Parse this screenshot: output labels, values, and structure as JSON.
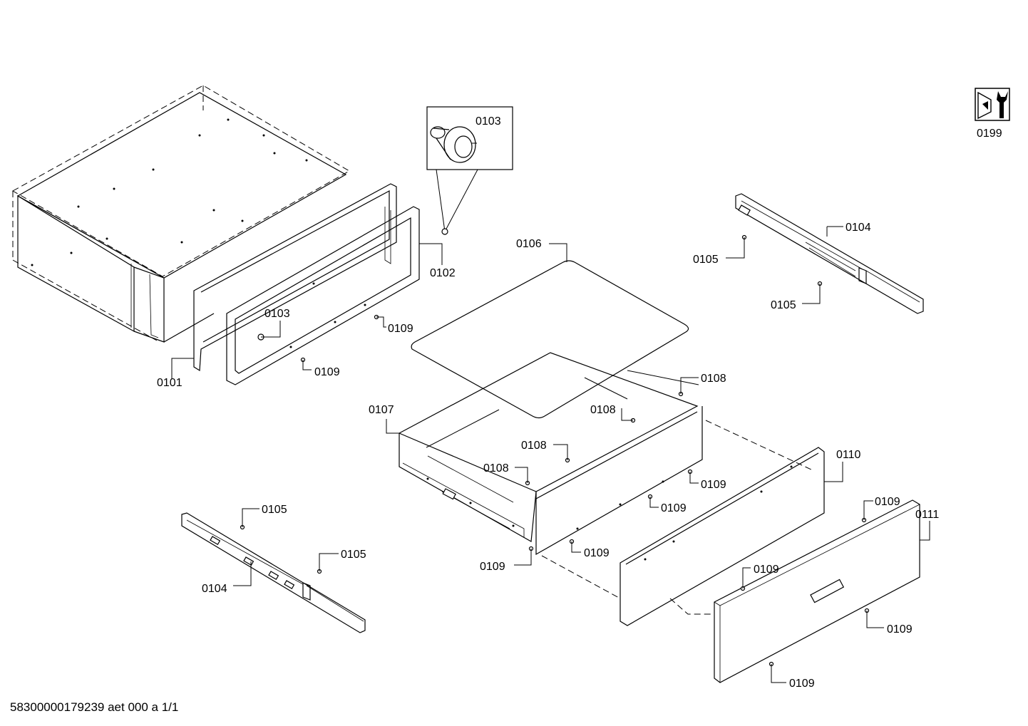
{
  "footer": {
    "doc_id": "58300000179239 aet 000 a 1/1"
  },
  "service_icon": {
    "icon": "service-wrench-icon",
    "label": "0199"
  },
  "parts": [
    {
      "id": "p1",
      "label": "0101"
    },
    {
      "id": "p2",
      "label": "0102"
    },
    {
      "id": "p3",
      "label": "0103"
    },
    {
      "id": "p4",
      "label": "0103"
    },
    {
      "id": "p5",
      "label": "0104"
    },
    {
      "id": "p6",
      "label": "0104"
    },
    {
      "id": "p7",
      "label": "0105"
    },
    {
      "id": "p8",
      "label": "0105"
    },
    {
      "id": "p9",
      "label": "0105"
    },
    {
      "id": "p10",
      "label": "0105"
    },
    {
      "id": "p11",
      "label": "0106"
    },
    {
      "id": "p12",
      "label": "0107"
    },
    {
      "id": "p13",
      "label": "0108"
    },
    {
      "id": "p14",
      "label": "0108"
    },
    {
      "id": "p15",
      "label": "0108"
    },
    {
      "id": "p16",
      "label": "0108"
    },
    {
      "id": "p17",
      "label": "0109"
    },
    {
      "id": "p18",
      "label": "0109"
    },
    {
      "id": "p19",
      "label": "0109"
    },
    {
      "id": "p20",
      "label": "0109"
    },
    {
      "id": "p21",
      "label": "0109"
    },
    {
      "id": "p22",
      "label": "0109"
    },
    {
      "id": "p23",
      "label": "0109"
    },
    {
      "id": "p24",
      "label": "0109"
    },
    {
      "id": "p25",
      "label": "0109"
    },
    {
      "id": "p26",
      "label": "0109"
    },
    {
      "id": "p27",
      "label": "0110"
    },
    {
      "id": "p28",
      "label": "0111"
    }
  ]
}
